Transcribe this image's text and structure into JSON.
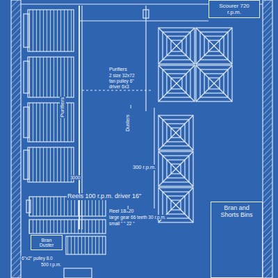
{
  "diagram": {
    "nodes": [
      {
        "text": [
          "Scourer 720 r.p.m."
        ]
      },
      {
        "text": [
          "Bran Duster"
        ]
      },
      {
        "text": [
          "Bran and Shorts Bins"
        ]
      }
    ],
    "labels": [
      "Purifiers",
      "2 size 32x72",
      "fan pulley 6\"",
      "driver 6x3",
      "Purifiers",
      "300 r.p.m.",
      "Dusters",
      "3000",
      "Reels 100 r.p.m. driver 16\"",
      "Reel 18x20",
      "large gear 66 teeth 30 r.p.m.",
      "small \" \" 22 \"",
      "6\"x2\" pulley 8.0",
      "500 r.p.m.",
      "I",
      "I"
    ]
  }
}
